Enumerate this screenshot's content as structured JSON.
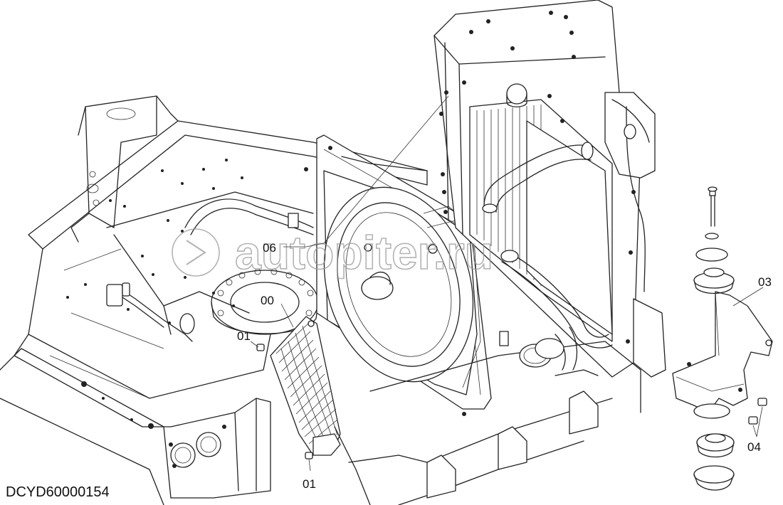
{
  "diagram": {
    "document_id": "DCYD60000154",
    "watermark": "autopiter.ru",
    "callouts": [
      {
        "id": "06",
        "text": "06"
      },
      {
        "id": "00",
        "text": "00"
      },
      {
        "id": "01a",
        "text": "01"
      },
      {
        "id": "01b",
        "text": "01"
      },
      {
        "id": "03",
        "text": "03"
      },
      {
        "id": "04",
        "text": "04"
      }
    ]
  }
}
